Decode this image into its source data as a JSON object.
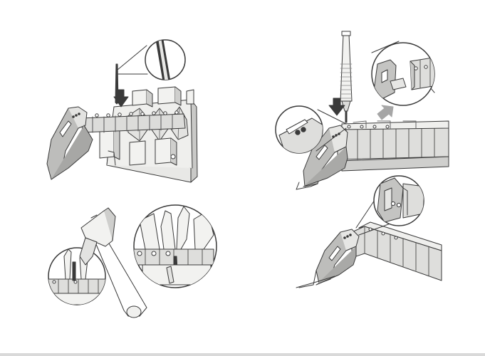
{
  "page": {
    "background": "#ffffff",
    "ink_color": "#3a3a3a",
    "metal_light": "#e8e8e6",
    "metal_mid": "#c9c9c7",
    "metal_dark": "#8d8d8b",
    "arrow_color": "#444444",
    "arrow_light": "#a6a6a6"
  },
  "panels": [
    {
      "name": "step-1-pin-removal-tool",
      "icons": [
        "pin-icon",
        "holder-block",
        "press-arrow-icon",
        "magnifier-callout"
      ]
    },
    {
      "name": "step-2-push-pin-out",
      "icons": [
        "pin-punch-icon",
        "press-arrow-icon",
        "direction-arrow-icon",
        "magnifier-callout"
      ]
    },
    {
      "name": "step-3-hammer-pin",
      "icons": [
        "hammer-icon",
        "holder-block",
        "magnifier-callout"
      ]
    },
    {
      "name": "step-4-assembled-strap",
      "icons": [
        "strap-icon",
        "magnifier-callout"
      ]
    }
  ]
}
